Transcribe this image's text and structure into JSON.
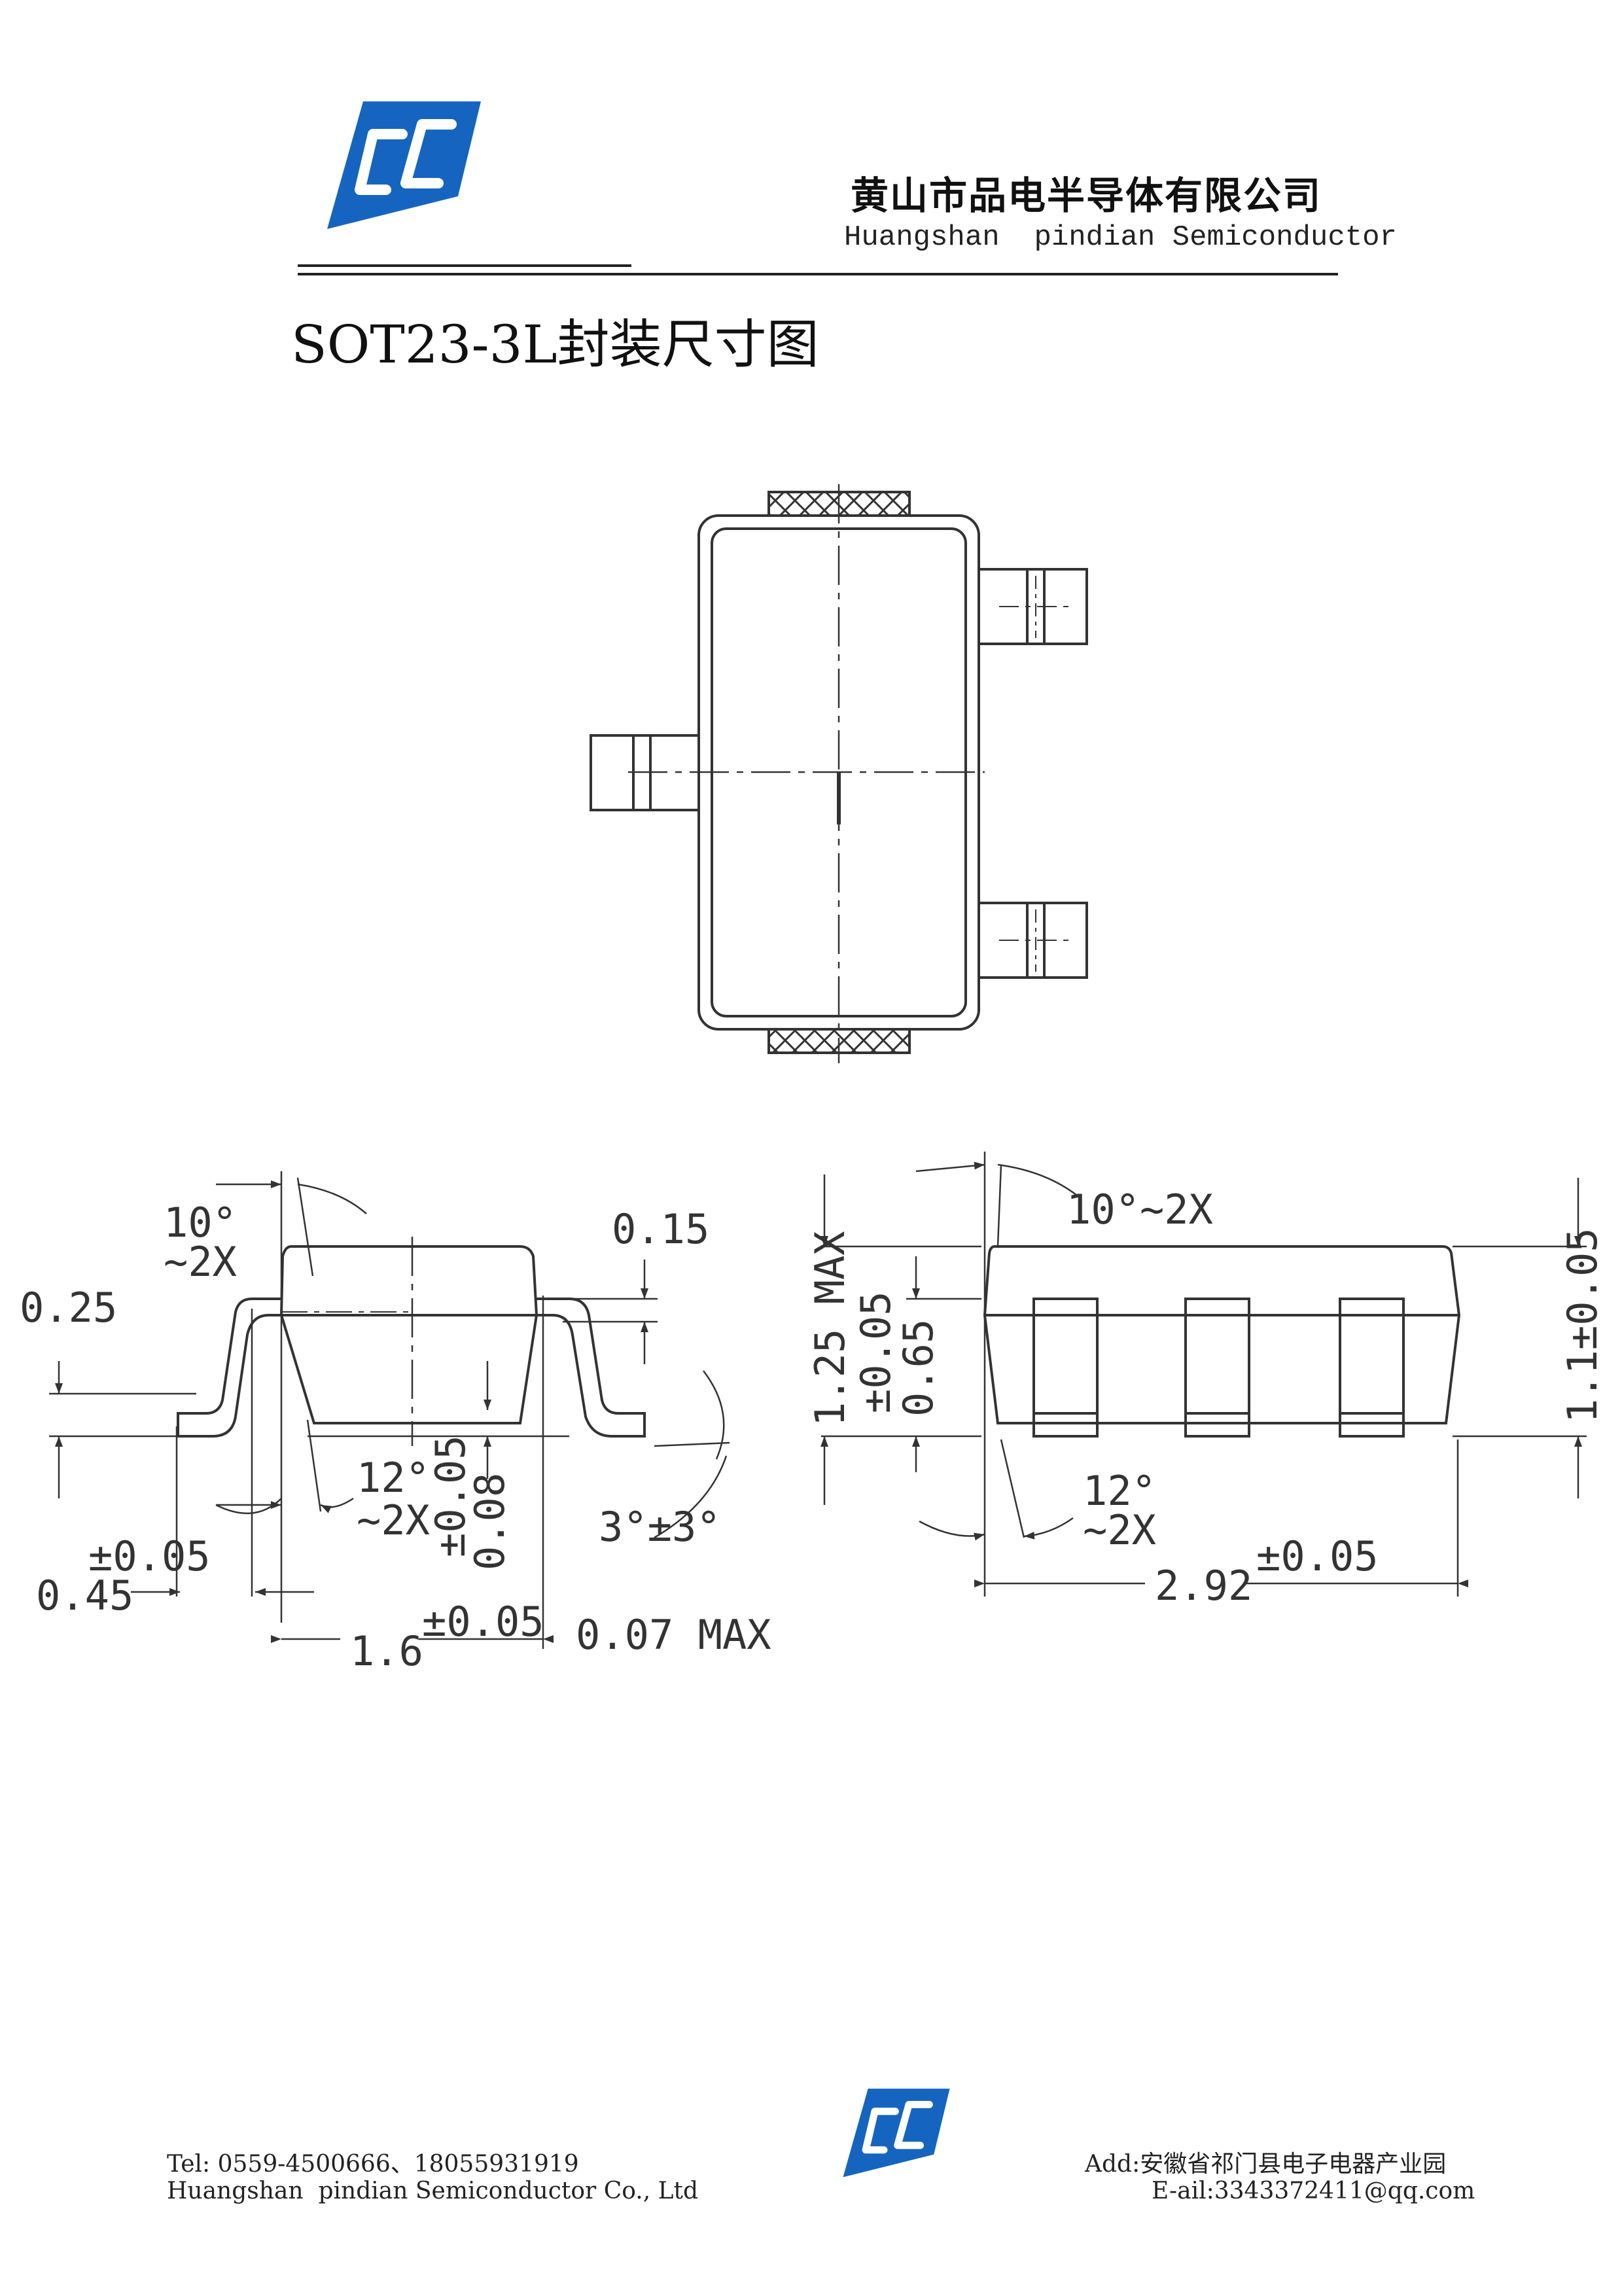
{
  "header": {
    "company_cn": "黄山市品电半导体有限公司",
    "company_en": "Huangshan  pindian Semiconductor",
    "logo_color": "#1565c0"
  },
  "title": "SOT23-3L封装尺寸图",
  "drawing": {
    "top_view": {},
    "side_view": {
      "labels": {
        "lead_angle": "10°",
        "lead_angle_count": "~2X",
        "lead_thickness": "0.25",
        "body_top_offset": "0.15",
        "standoff_tol": "±0.05",
        "standoff": "0.08",
        "body_angle": "12°",
        "body_angle_count": "~2X",
        "foot_angle": "3°±3°",
        "foot_tol": "±0.05",
        "foot_length": "0.45",
        "width_value": "1.6",
        "width_tol": "±0.05",
        "max_offset": "0.07 MAX"
      }
    },
    "front_view": {
      "labels": {
        "top_angle": "10°~2X",
        "height_max": "1.25 MAX",
        "lead_height_tol": "±0.05",
        "lead_height": "0.65",
        "body_height": "1.1±0.05",
        "bottom_angle": "12°",
        "bottom_angle_count": "~2X",
        "length_value": "2.92",
        "length_tol": "±0.05"
      }
    }
  },
  "footer": {
    "tel": "Tel: 0559-4500666、18055931919",
    "company": "Huangshan  pindian Semiconductor Co., Ltd",
    "address": "Add:安徽省祁门县电子电器产业园",
    "email": "E-ail:3343372411@qq.com"
  }
}
